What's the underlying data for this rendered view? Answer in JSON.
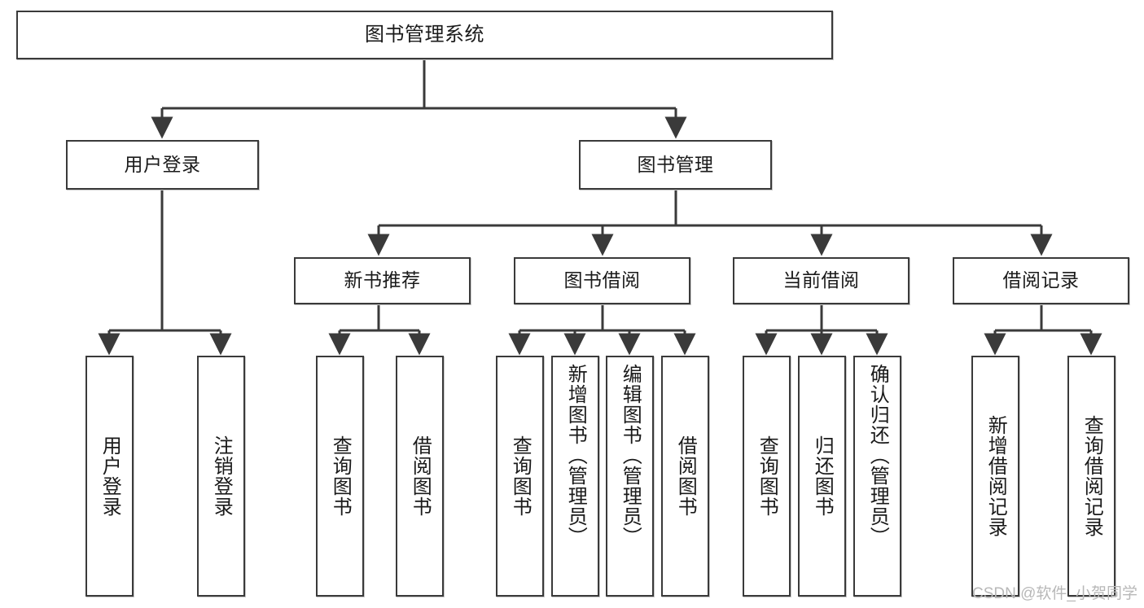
{
  "diagram": {
    "type": "tree",
    "title": "图书管理系统",
    "watermark": "CSDN @软件_小贺同学",
    "colors": {
      "box_border": "#3a3a3a",
      "box_fill": "#ffffff",
      "connector": "#3a3a3a",
      "text": "#1a1a1a",
      "watermark": "#b8b8b8",
      "background": "#ffffff"
    },
    "levels": {
      "root": {
        "label": "图书管理系统"
      },
      "level2": [
        {
          "label": "用户登录"
        },
        {
          "label": "图书管理"
        }
      ],
      "level3": [
        {
          "label": "新书推荐"
        },
        {
          "label": "图书借阅"
        },
        {
          "label": "当前借阅"
        },
        {
          "label": "借阅记录"
        }
      ],
      "leaves_user_login": [
        {
          "label": "用户登录"
        },
        {
          "label": "注销登录"
        }
      ],
      "leaves_new_book": [
        {
          "label": "查询图书"
        },
        {
          "label": "借阅图书"
        }
      ],
      "leaves_borrow": [
        {
          "label": "查询图书"
        },
        {
          "label": "新增图书（管理员）"
        },
        {
          "label": "编辑图书（管理员）"
        },
        {
          "label": "借阅图书"
        }
      ],
      "leaves_current": [
        {
          "label": "查询图书"
        },
        {
          "label": "归还图书"
        },
        {
          "label": "确认归还（管理员）"
        }
      ],
      "leaves_record": [
        {
          "label": "新增借阅记录"
        },
        {
          "label": "查询借阅记录"
        }
      ]
    }
  }
}
